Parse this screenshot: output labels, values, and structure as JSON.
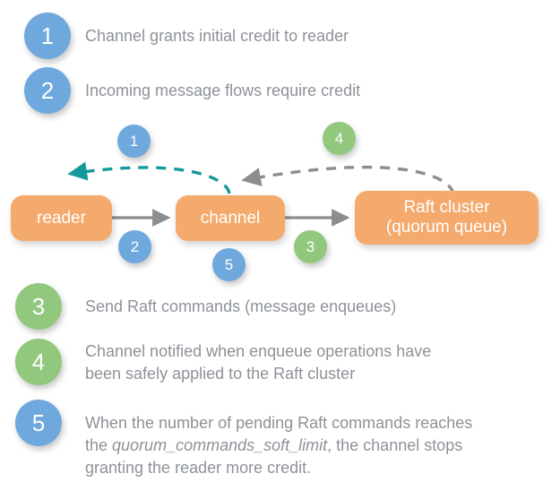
{
  "legend_top": [
    {
      "num": "1",
      "color": "blue",
      "text": "Channel grants initial credit to reader"
    },
    {
      "num": "2",
      "color": "blue",
      "text": "Incoming message flows require credit"
    }
  ],
  "legend_bottom": [
    {
      "num": "3",
      "color": "green",
      "text": "Send Raft commands (message enqueues)"
    },
    {
      "num": "4",
      "color": "green",
      "text": "Channel notified when enqueue operations have\nbeen safely applied to the Raft cluster"
    },
    {
      "num": "5",
      "color": "blue",
      "text_before": "When the number of pending Raft commands reaches\nthe ",
      "text_italic": "quorum_commands_soft_limit",
      "text_after": ", the channel stops\ngranting the reader more credit."
    }
  ],
  "diagram": {
    "nodes": [
      {
        "id": "reader",
        "label": "reader"
      },
      {
        "id": "channel",
        "label": "channel"
      },
      {
        "id": "raft",
        "label": "Raft cluster\n(quorum queue)"
      }
    ],
    "markers": [
      {
        "num": "1",
        "color": "blue"
      },
      {
        "num": "2",
        "color": "blue"
      },
      {
        "num": "3",
        "color": "green"
      },
      {
        "num": "4",
        "color": "green"
      },
      {
        "num": "5",
        "color": "blue"
      }
    ]
  },
  "colors": {
    "blue": "#6fa8dc",
    "green": "#92c87e",
    "orange": "#f4aa6c",
    "teal_arrow": "#159a9c",
    "gray_arrow": "#8d8d8d",
    "text_gray": "#8d9298"
  }
}
